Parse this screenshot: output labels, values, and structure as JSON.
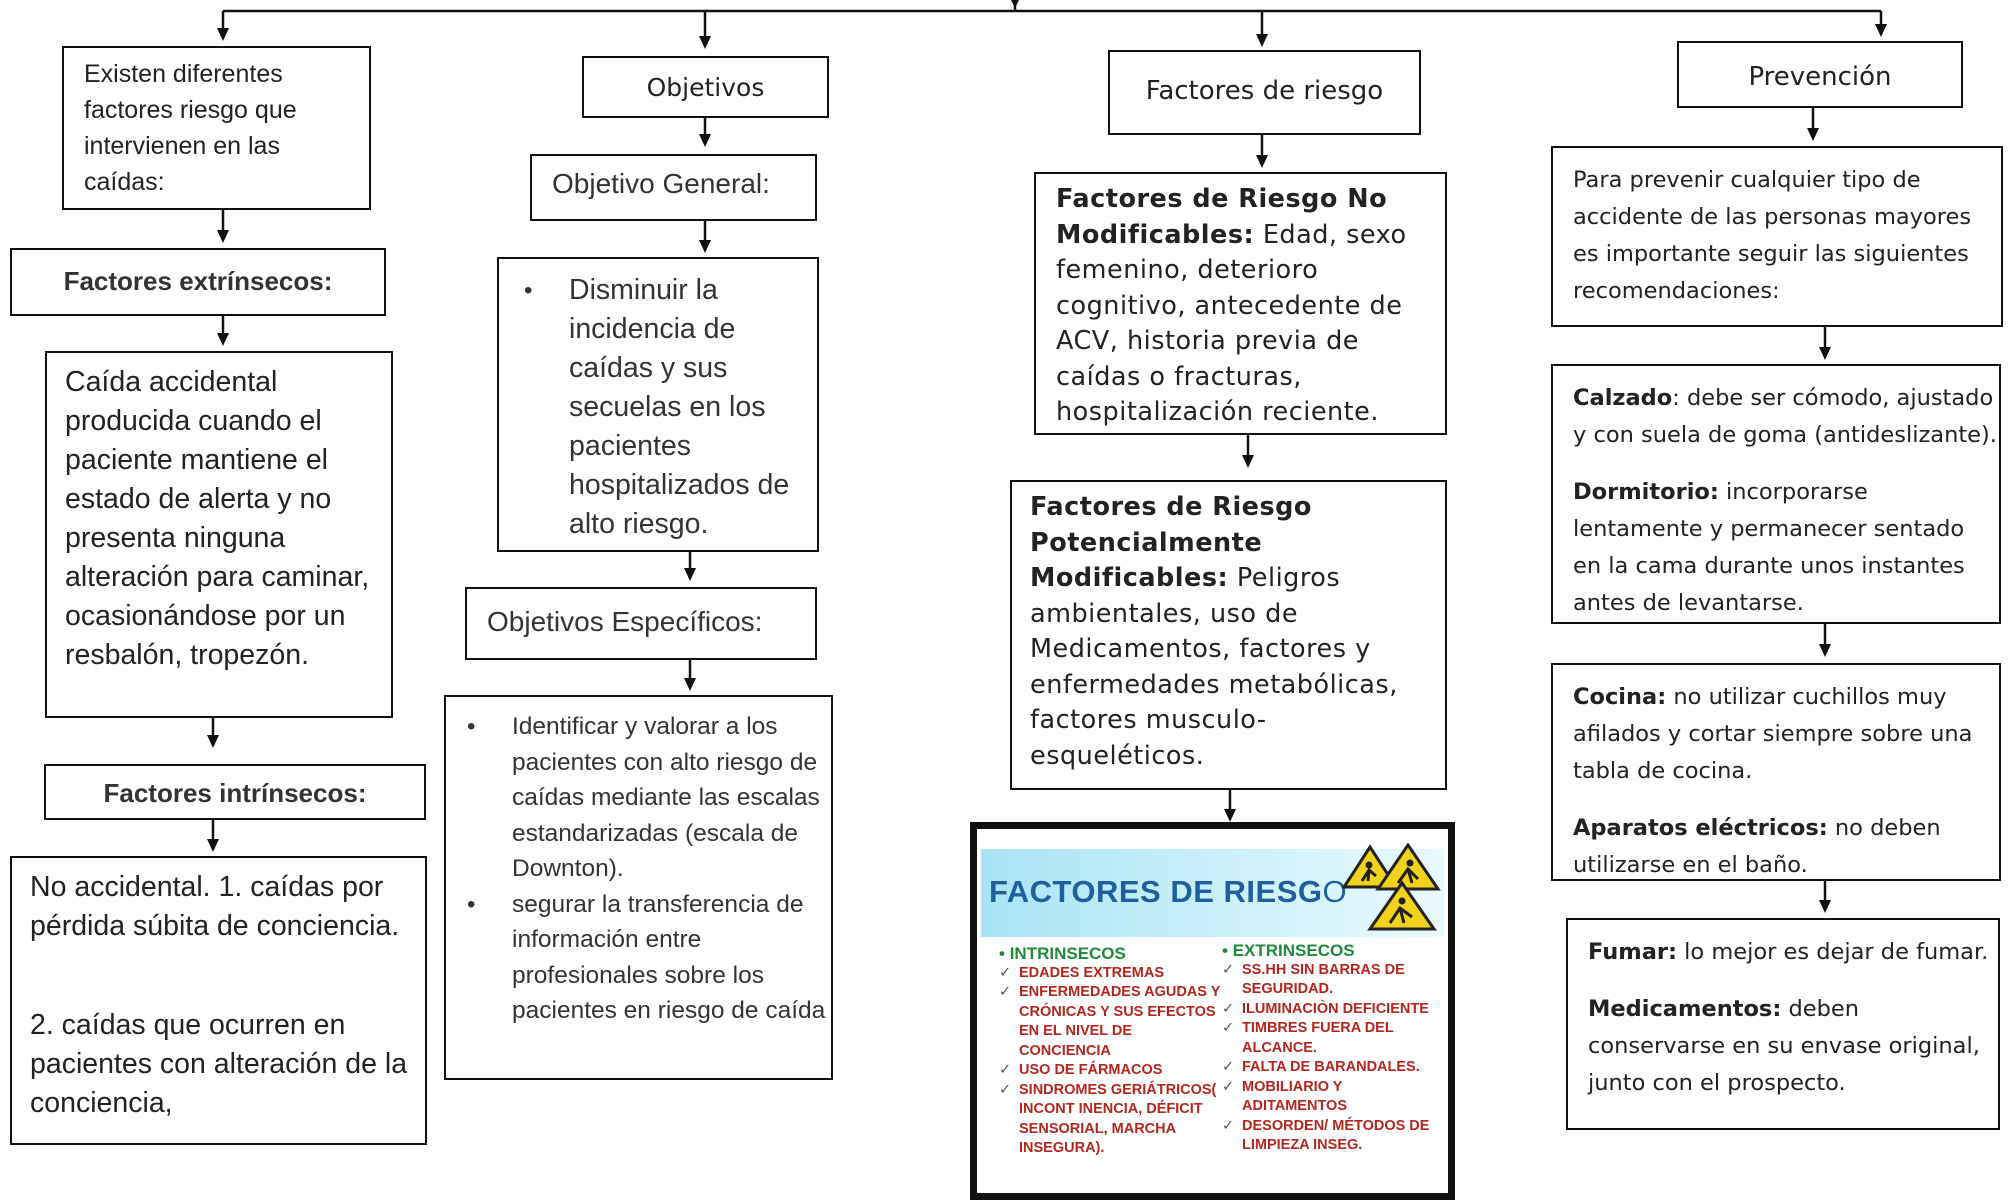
{
  "col1": {
    "intro": "Existen diferentes factores riesgo que intervienen en las caídas:",
    "extrinsic_title": "Factores extrínsecos:",
    "extrinsic_text": "Caída accidental producida cuando el paciente mantiene el estado de alerta y no presenta ninguna alteración para caminar, ocasionándose por un resbalón, tropezón.",
    "intrinsic_title": "Factores intrínsecos:",
    "intrinsic_p1": "No accidental. 1. caídas por pérdida súbita de conciencia.",
    "intrinsic_p2": "2. caídas que ocurren en pacientes con alteración de la conciencia,"
  },
  "col2": {
    "title": "Objetivos",
    "general_title": "Objetivo General:",
    "general_item": "Disminuir la incidencia de caídas y sus secuelas en los pacientes hospitalizados de alto riesgo.",
    "specific_title": "Objetivos Específicos:",
    "specific_items": [
      "Identificar y valorar a los pacientes con alto riesgo de caídas mediante las escalas estandarizadas (escala de Downton).",
      "segurar la transferencia de información entre profesionales sobre los pacientes en riesgo de caída"
    ]
  },
  "col3": {
    "title": "Factores de riesgo",
    "nonmod_label": "Factores de Riesgo No Modificables:",
    "nonmod_text": " Edad, sexo femenino, deterioro cognitivo, antecedente de ACV, historia previa de caídas o fracturas, hospitalización reciente.",
    "pot_label": "Factores de Riesgo Potencialmente Modificables:",
    "pot_text": " Peligros ambientales, uso de Medicamentos, factores y enfermedades metabólicas, factores musculo-esqueléticos.",
    "infographic": {
      "title_main": "FACTORES DE RIESG",
      "title_last": "O",
      "intrinsic_head": "INTRINSECOS",
      "intrinsic_items": [
        "EDADES EXTREMAS",
        "ENFERMEDADES AGUDAS Y CRÓNICAS Y SUS EFECTOS EN EL NIVEL DE CONCIENCIA",
        "USO DE FÁRMACOS",
        "SINDROMES GERIÁTRICOS( INCONT INENCIA, DÉFICIT SENSORIAL, MARCHA INSEGURA)."
      ],
      "extrinsic_head": "EXTRINSECOS",
      "extrinsic_items": [
        "SS.HH SIN BARRAS DE SEGURIDAD.",
        "ILUMINACIÒN DEFICIENTE",
        "TIMBRES FUERA DEL ALCANCE.",
        "FALTA DE BARANDALES.",
        "MOBILIARIO Y ADITAMENTOS",
        "DESORDEN/ MÉTODOS DE LIMPIEZA INSEG."
      ],
      "colors": {
        "title": "#1f5f9f",
        "head": "#1d8a3a",
        "item": "#b3261e",
        "sign": "#f2d21b"
      }
    }
  },
  "col4": {
    "title": "Prevención",
    "intro": "Para prevenir cualquier tipo de accidente de las personas mayores es importante seguir las siguientes recomendaciones:",
    "box2": [
      {
        "label": "Calzado",
        "text": ": debe ser cómodo, ajustado y con suela de goma (antideslizante)."
      },
      {
        "label": "Dormitorio:",
        "text": " incorporarse lentamente y permanecer sentado en la cama durante unos instantes antes de levantarse."
      }
    ],
    "box3": [
      {
        "label": "Cocina:",
        "text": " no utilizar cuchillos muy afilados y cortar siempre sobre una tabla de cocina."
      },
      {
        "label": "Aparatos eléctricos:",
        "text": " no deben utilizarse en el baño."
      }
    ],
    "box4": [
      {
        "label": "Fumar:",
        "text": " lo mejor es dejar de fumar."
      },
      {
        "label": "Medicamentos:",
        "text": " deben conservarse en su envase original, junto con el prospecto."
      }
    ]
  }
}
